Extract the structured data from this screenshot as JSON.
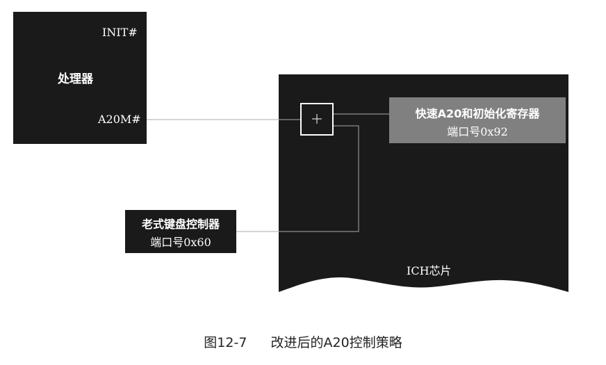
{
  "processor": {
    "name": "处理器",
    "init_pin": "INIT#",
    "a20m_pin": "A20M#"
  },
  "gate": {
    "symbol": "+"
  },
  "fast_a20_register": {
    "line1": "快速A20和初始化寄存器",
    "line2": "端口号0x92"
  },
  "keyboard_controller": {
    "line1": "老式键盘控制器",
    "line2": "端口号0x60"
  },
  "ich_chip": {
    "label": "ICH芯片"
  },
  "caption": {
    "figure_number": "图12-7",
    "title": "改进后的A20控制策略"
  },
  "colors": {
    "block_fill": "#1a1a1a",
    "register_fill": "#808080",
    "line": "#aaaaaa",
    "text_on_dark": "#ffffff",
    "caption_text": "#222222"
  }
}
